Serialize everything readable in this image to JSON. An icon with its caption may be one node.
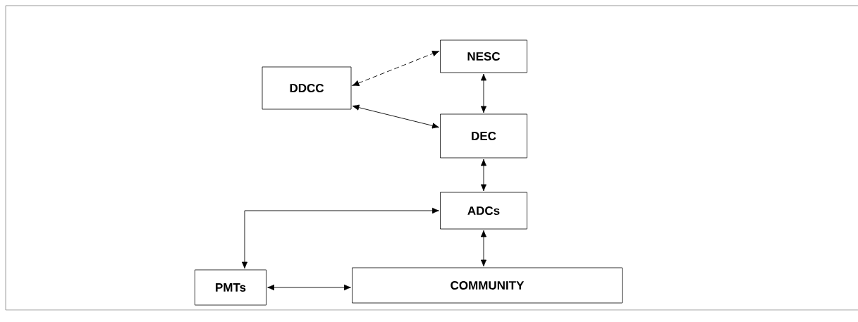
{
  "diagram": {
    "nodes": [
      {
        "text": [
          "NESC"
        ]
      },
      {
        "text": [
          "DDCC"
        ]
      },
      {
        "text": [
          "DEC"
        ]
      },
      {
        "text": [
          "ADCs"
        ]
      },
      {
        "text": [
          "PMTs"
        ]
      },
      {
        "text": [
          "COMMUNITY"
        ]
      }
    ],
    "edges": [
      {
        "from": 1,
        "to": 0,
        "arrow": "both",
        "style": "dashed"
      },
      {
        "from": 0,
        "to": 2,
        "arrow": "both"
      },
      {
        "from": 1,
        "to": 2,
        "arrow": "both"
      },
      {
        "from": 2,
        "to": 3,
        "arrow": "both"
      },
      {
        "from": 3,
        "to": 4,
        "arrow": "both"
      },
      {
        "from": 3,
        "to": 5,
        "arrow": "both"
      },
      {
        "from": 4,
        "to": 5,
        "arrow": "both"
      }
    ]
  }
}
